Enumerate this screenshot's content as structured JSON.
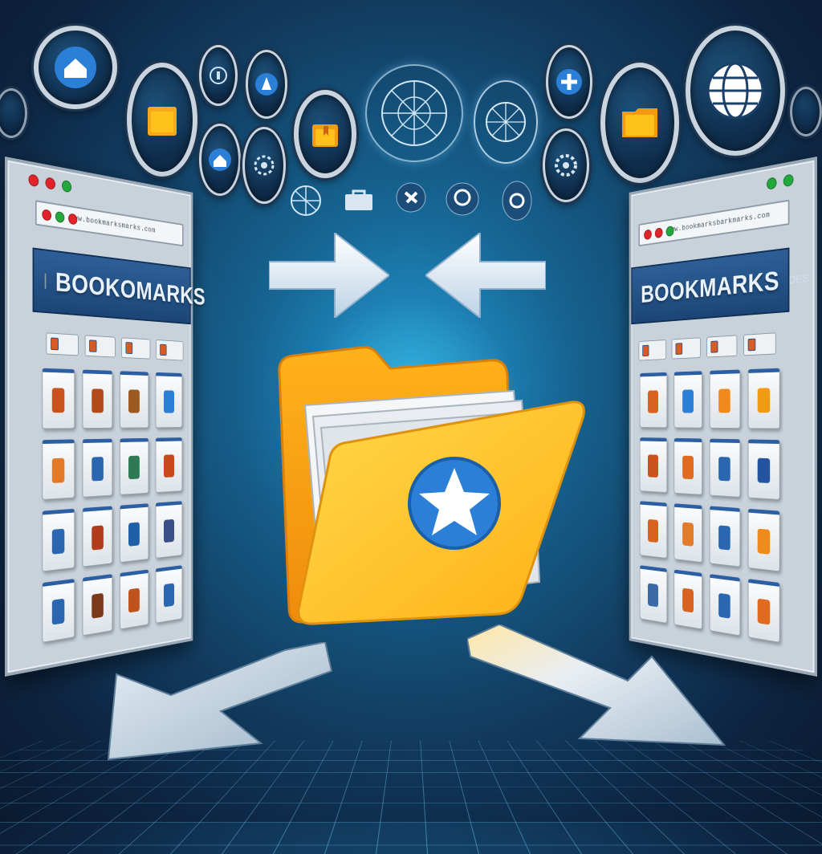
{
  "left_window": {
    "url": "www.bookmarksmarks.com",
    "title": "BOOKOMARKS",
    "badge": ""
  },
  "right_window": {
    "url": "www.bookmarksbarkmarks.com",
    "title": "BOOKMARKS",
    "badge": "DES"
  },
  "colors": {
    "accent_blue": "#2b7fd6",
    "folder_yellow": "#ffc21a",
    "folder_orange": "#f39a14",
    "window_frame": "#9aa7b4",
    "dot_red": "#e0242a",
    "dot_green": "#22a83c"
  },
  "icons": {
    "top_row": [
      "home-icon",
      "folder-icon",
      "info-icon",
      "tag-icon",
      "folder-bookmark-icon",
      "globe-network-icon",
      "compass-icon",
      "plus-icon",
      "folder-icon",
      "globe-icon"
    ],
    "center": "star-icon"
  }
}
